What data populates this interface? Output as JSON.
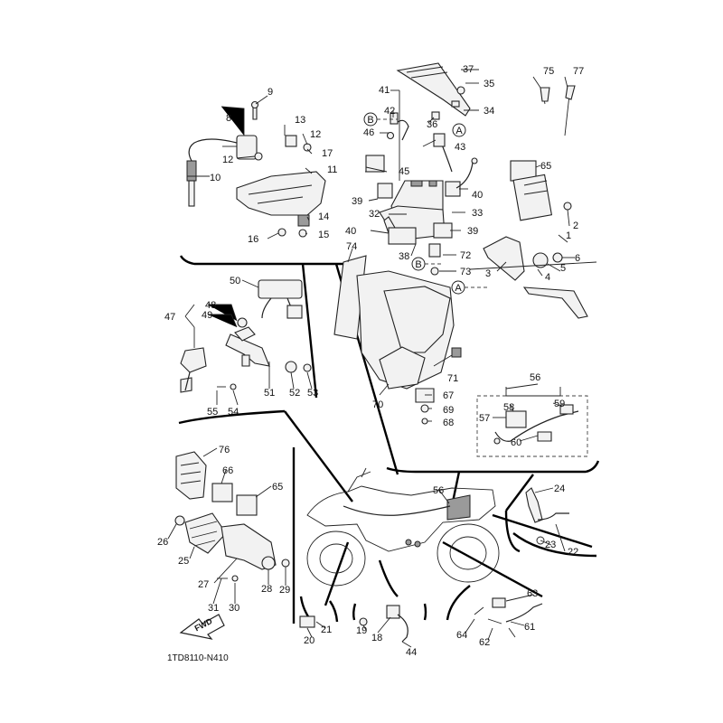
{
  "drawing_code": "1TD8110-N410",
  "fwd_label": "FWD",
  "ref_circles": {
    "a": "A",
    "b": "B"
  },
  "callouts": [
    "1",
    "2",
    "3",
    "4",
    "5",
    "6",
    "8",
    "9",
    "10",
    "11",
    "12",
    "12",
    "13",
    "14",
    "15",
    "16",
    "17",
    "18",
    "19",
    "20",
    "21",
    "22",
    "23",
    "24",
    "25",
    "26",
    "27",
    "28",
    "29",
    "30",
    "31",
    "32",
    "33",
    "34",
    "35",
    "36",
    "37",
    "38",
    "39",
    "39",
    "40",
    "40",
    "41",
    "42",
    "43",
    "44",
    "45",
    "46",
    "47",
    "48",
    "49",
    "50",
    "51",
    "52",
    "53",
    "54",
    "55",
    "56",
    "56",
    "57",
    "58",
    "59",
    "60",
    "61",
    "62",
    "63",
    "64",
    "65",
    "65",
    "66",
    "67",
    "68",
    "69",
    "70",
    "71",
    "72",
    "73",
    "74",
    "75",
    "76",
    "77"
  ]
}
